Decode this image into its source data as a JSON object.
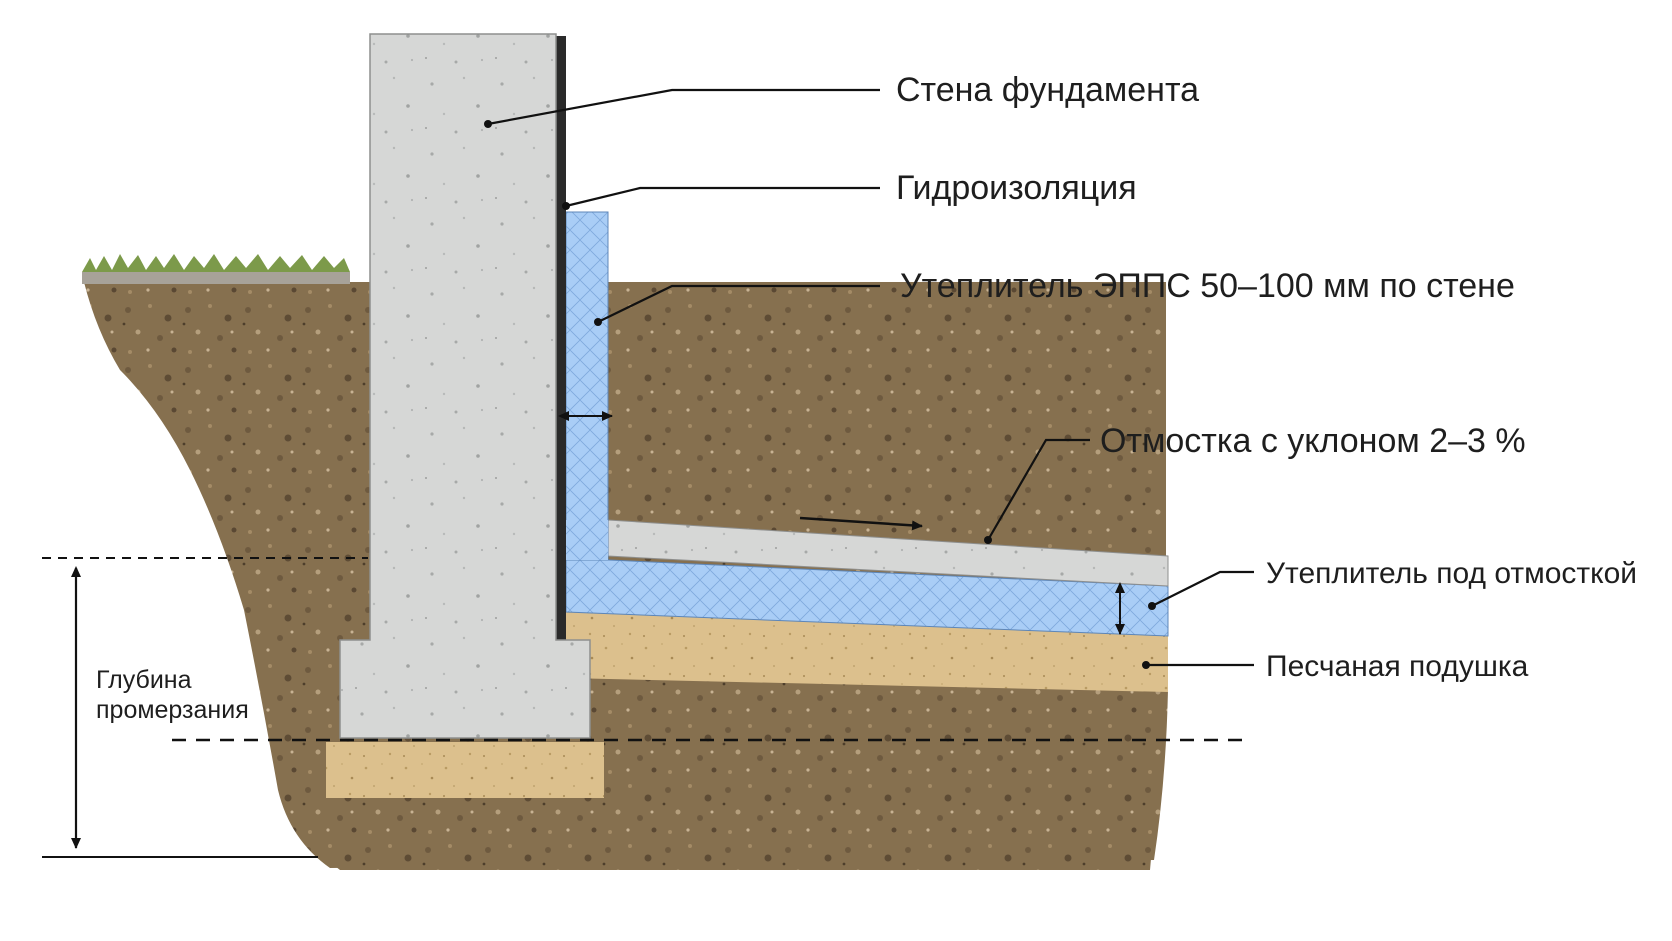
{
  "labels": {
    "wall": "Стена фундамента",
    "waterproofing": "Гидроизоляция",
    "wall_insulation": "Утеплитель ЭППС 50–100 мм по стене",
    "blind_area": "Отмостка с уклоном 2–3 %",
    "blind_area_insulation": "Утеплитель под отмосткой",
    "sand_cushion": "Песчаная подушка",
    "freeze_depth_line1": "Глубина",
    "freeze_depth_line2": "промерзания"
  },
  "colors": {
    "background": "#ffffff",
    "soil": "#86704f",
    "concrete": "#d6d7d6",
    "insulation": "#a9cdf6",
    "sand": "#dcc08d",
    "waterproofing": "#2a2a2a",
    "grass": "#7c9a4a",
    "text": "#1e1e1e"
  },
  "icons": {
    "slope_direction": "arrow-right-icon",
    "insulation_thickness": "double-arrow-horizontal-icon",
    "under_insulation_thickness": "double-arrow-vertical-icon",
    "freeze_depth": "double-arrow-vertical-icon"
  }
}
